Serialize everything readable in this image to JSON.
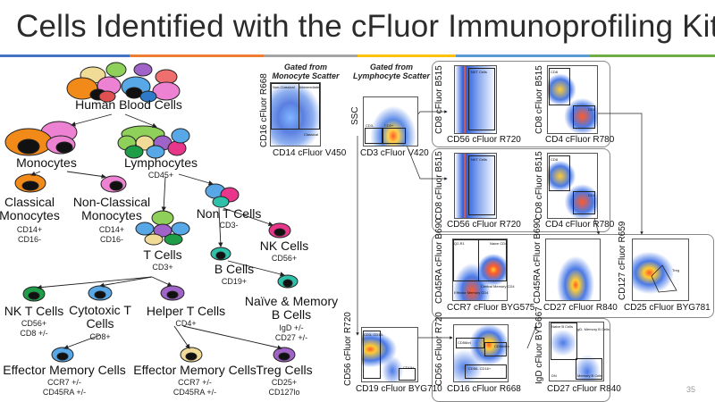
{
  "slide": {
    "title": "Cells Identified with the cFluor Immunoprofiling Kit",
    "page_number": "35",
    "accent_colors": [
      "#4472c4",
      "#ed7d31",
      "#a5a5a5",
      "#ffc000",
      "#5b9bd5",
      "#70ad47"
    ]
  },
  "tree": {
    "human_blood_cells": "Human Blood Cells",
    "monocytes": "Monocytes",
    "lymphocytes": "Lymphocytes",
    "lymphocytes_marker": "CD45+",
    "classical_monocytes": "Classical Monocytes",
    "classical_markers": [
      "CD14+",
      "CD16-"
    ],
    "nonclassical_monocytes": "Non-Classical Monocytes",
    "nonclassical_markers": [
      "CD14+",
      "CD16-"
    ],
    "non_t_cells": "Non T Cells",
    "non_t_marker": "CD3-",
    "nk_cells": "NK Cells",
    "nk_marker": "CD56+",
    "t_cells": "T Cells",
    "t_marker": "CD3+",
    "b_cells": "B Cells",
    "b_marker": "CD19+",
    "naive_memory_b": "Naïve & Memory B Cells",
    "naive_markers": [
      "IgD +/-",
      "CD27 +/-"
    ],
    "nkt_cells": "NK T Cells",
    "nkt_markers": [
      "CD56+",
      "CD8 +/-"
    ],
    "cytotoxic_t": "Cytotoxic T Cells",
    "cytotoxic_marker": "CD8+",
    "helper_t": "Helper T Cells",
    "helper_marker": "CD4+",
    "effector_memory_1": "Effector Memory Cells",
    "effector_markers_1": [
      "CCR7 +/-",
      "CD45RA +/-"
    ],
    "effector_memory_2": "Effector Memory Cells",
    "effector_markers_2": [
      "CCR7 +/-",
      "CD45RA +/-"
    ],
    "treg_cells": "Treg Cells",
    "treg_markers": [
      "CD25+",
      "CD127lo"
    ]
  },
  "gating": {
    "from_monocyte": "Gated from Monocyte Scatter",
    "from_lymphocyte": "Gated from Lymphocyte Scatter"
  },
  "plots": {
    "p_mono": {
      "x": "CD14 cFluor V450",
      "y": "CD16 cFluor R668",
      "gates": [
        "Non-Classical",
        "Intermediate",
        "Classical"
      ]
    },
    "p_lymph": {
      "x": "CD3 cFluor V420",
      "y": "SSC",
      "gates": [
        "CD3-",
        "CD3+"
      ]
    },
    "p_nkt1": {
      "x": "CD56 cFluor R720",
      "y": "CD8 cFluor B515",
      "gates": [
        "NKT Cells"
      ]
    },
    "p_cd4a": {
      "x": "CD4 cFluor R780",
      "y": "CD8 cFluor B515",
      "gates": [
        "CD8",
        "CD4"
      ]
    },
    "p_nkt2": {
      "x": "CD56 cFluor R720",
      "y": "CD8 cFluor B515",
      "gates": [
        "NKT Cells"
      ]
    },
    "p_cd4b": {
      "x": "CD4 cFluor R780",
      "y": "CD8 cFluor B515",
      "gates": [
        "CD8",
        "CD4"
      ]
    },
    "p_ccr7": {
      "x": "CCR7 cFluor BYG575",
      "y": "CD45RA cFluor B690",
      "gates": [
        "Q2-R1",
        "Naive CD4",
        "Effector Memory CD4",
        "Central Memory CD4"
      ]
    },
    "p_cd27": {
      "x": "CD27 cFluor R840",
      "y": "CD45RA cFluor B690",
      "gates": []
    },
    "p_treg": {
      "x": "CD25 cFluor BYG781",
      "y": "CD127 cFluor R659",
      "gates": [
        "Treg"
      ]
    },
    "p_cd19": {
      "x": "CD19 cFluor BYG710",
      "y": "CD56 cFluor R720",
      "gates": [
        "CD3- CD19-",
        "CD19+"
      ]
    },
    "p_cd16": {
      "x": "CD16 cFluor R668",
      "y": "CD56 cFluor R720",
      "gates": [
        "CD56bri",
        "CD56dim",
        "CD56- CD16+"
      ]
    },
    "p_igd": {
      "x": "CD27 cFluor R840",
      "y": "IgD cFluor BYG667",
      "gates": [
        "Naive B Cells",
        "IgD- Memory B Cells",
        "DN",
        "Memory B Cells"
      ]
    }
  }
}
